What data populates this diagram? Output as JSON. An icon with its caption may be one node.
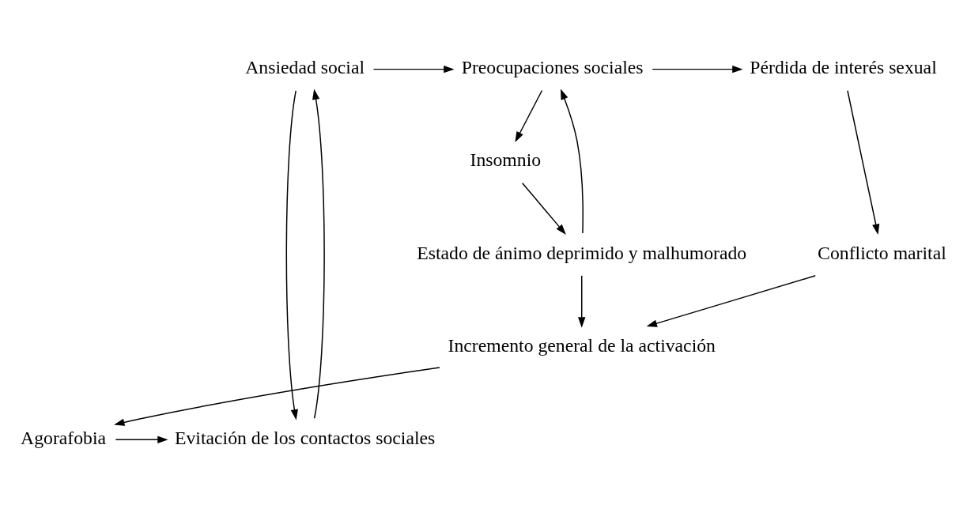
{
  "diagram": {
    "nodes": [
      {
        "text": [
          "Ansiedad social"
        ]
      },
      {
        "text": [
          "Preocupaciones sociales"
        ]
      },
      {
        "text": [
          "Pérdida de interés sexual"
        ]
      },
      {
        "text": [
          "Insomnio"
        ]
      },
      {
        "text": [
          "Conflicto marital"
        ]
      },
      {
        "text": [
          "Estado de ánimo deprimido y malhumorado"
        ]
      },
      {
        "text": [
          "Incremento general de la activación"
        ]
      },
      {
        "text": [
          "Evitación de los contactos sociales"
        ]
      },
      {
        "text": [
          "Agorafobia"
        ]
      }
    ],
    "edges": [
      {
        "from": 0,
        "to": 1,
        "arrow": "to"
      },
      {
        "from": 1,
        "to": 2,
        "arrow": "to"
      },
      {
        "from": 1,
        "to": 3,
        "arrow": "to"
      },
      {
        "from": 3,
        "to": 5,
        "arrow": "to"
      },
      {
        "from": 5,
        "to": 1,
        "arrow": "to"
      },
      {
        "from": 2,
        "to": 4,
        "arrow": "to"
      },
      {
        "from": 5,
        "to": 6,
        "arrow": "to"
      },
      {
        "from": 4,
        "to": 6,
        "arrow": "to"
      },
      {
        "from": 6,
        "to": 8,
        "arrow": "to"
      },
      {
        "from": 8,
        "to": 7,
        "arrow": "to"
      },
      {
        "from": 0,
        "to": 7,
        "arrow": "to"
      },
      {
        "from": 7,
        "to": 0,
        "arrow": "to"
      }
    ]
  }
}
